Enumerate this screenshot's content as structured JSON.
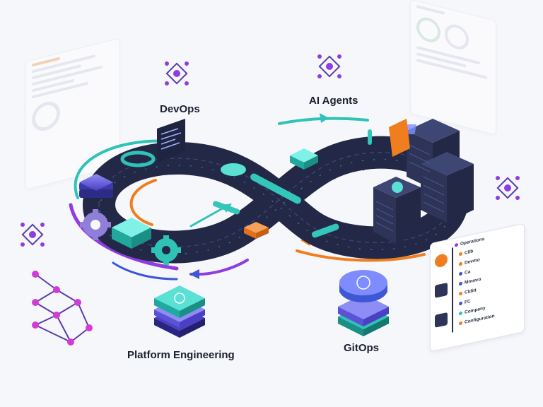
{
  "labels": {
    "devops": "DevOps",
    "ai_agents": "AI Agents",
    "platform_engineering": "Platform Engineering",
    "gitops": "GitOps"
  },
  "config_panel": {
    "items": [
      "Operations",
      "CI/b",
      "Devmo",
      "Ca",
      "Mmmro",
      "Clditt",
      "FC",
      "Company",
      "Configuration"
    ]
  },
  "colors": {
    "track": "#232846",
    "purple": "#8f3ce0",
    "orange": "#f07d1e",
    "teal": "#2fc3b8",
    "server": "#2d3457",
    "accent_blue": "#3e57d6"
  },
  "icons": [
    "hub-node-icon",
    "gear-icon",
    "kubernetes-wheel-icon",
    "server-rack-icon",
    "terminal-icon",
    "pipe-icon"
  ]
}
